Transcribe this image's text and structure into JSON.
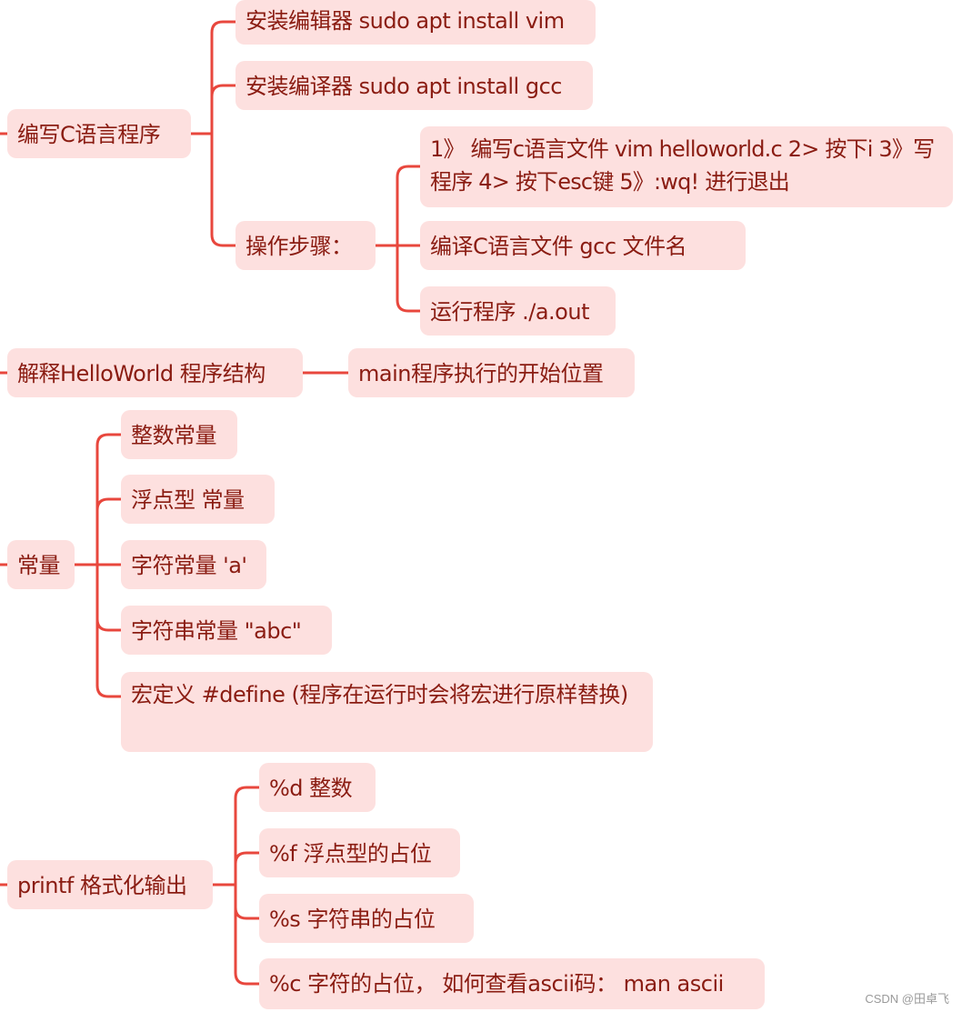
{
  "colors": {
    "connector": "#e8473d",
    "node_bg": "#fde0df",
    "node_text": "#8a1c12",
    "watermark": "#9a9a9a"
  },
  "branches": [
    {
      "label": "编写C语言程序",
      "children": [
        {
          "label": "安装编辑器  sudo apt install vim"
        },
        {
          "label": "安装编译器 sudo apt install gcc"
        },
        {
          "label": "操作步骤：",
          "children": [
            {
              "label": "1》 编写c语言文件   vim  helloworld.c   2> 按下i   3》写程序   4> 按下esc键   5》:wq! 进行退出"
            },
            {
              "label": "编译C语言文件   gcc  文件名"
            },
            {
              "label": "运行程序  ./a.out"
            }
          ]
        }
      ]
    },
    {
      "label": "解释HelloWorld 程序结构",
      "children": [
        {
          "label": "main程序执行的开始位置"
        }
      ]
    },
    {
      "label": "常量",
      "children": [
        {
          "label": "整数常量"
        },
        {
          "label": "浮点型 常量"
        },
        {
          "label": "字符常量 'a'"
        },
        {
          "label": "字符串常量 \"abc\""
        },
        {
          "label": "宏定义 #define (程序在运行时会将宏进行原样替换)"
        }
      ]
    },
    {
      "label": "printf 格式化输出",
      "children": [
        {
          "label": "%d  整数"
        },
        {
          "label": "%f 浮点型的占位"
        },
        {
          "label": "%s   字符串的占位"
        },
        {
          "label": "%c 字符的占位， 如何查看ascii码：  man ascii"
        }
      ]
    }
  ],
  "watermark": "CSDN @田卓飞"
}
